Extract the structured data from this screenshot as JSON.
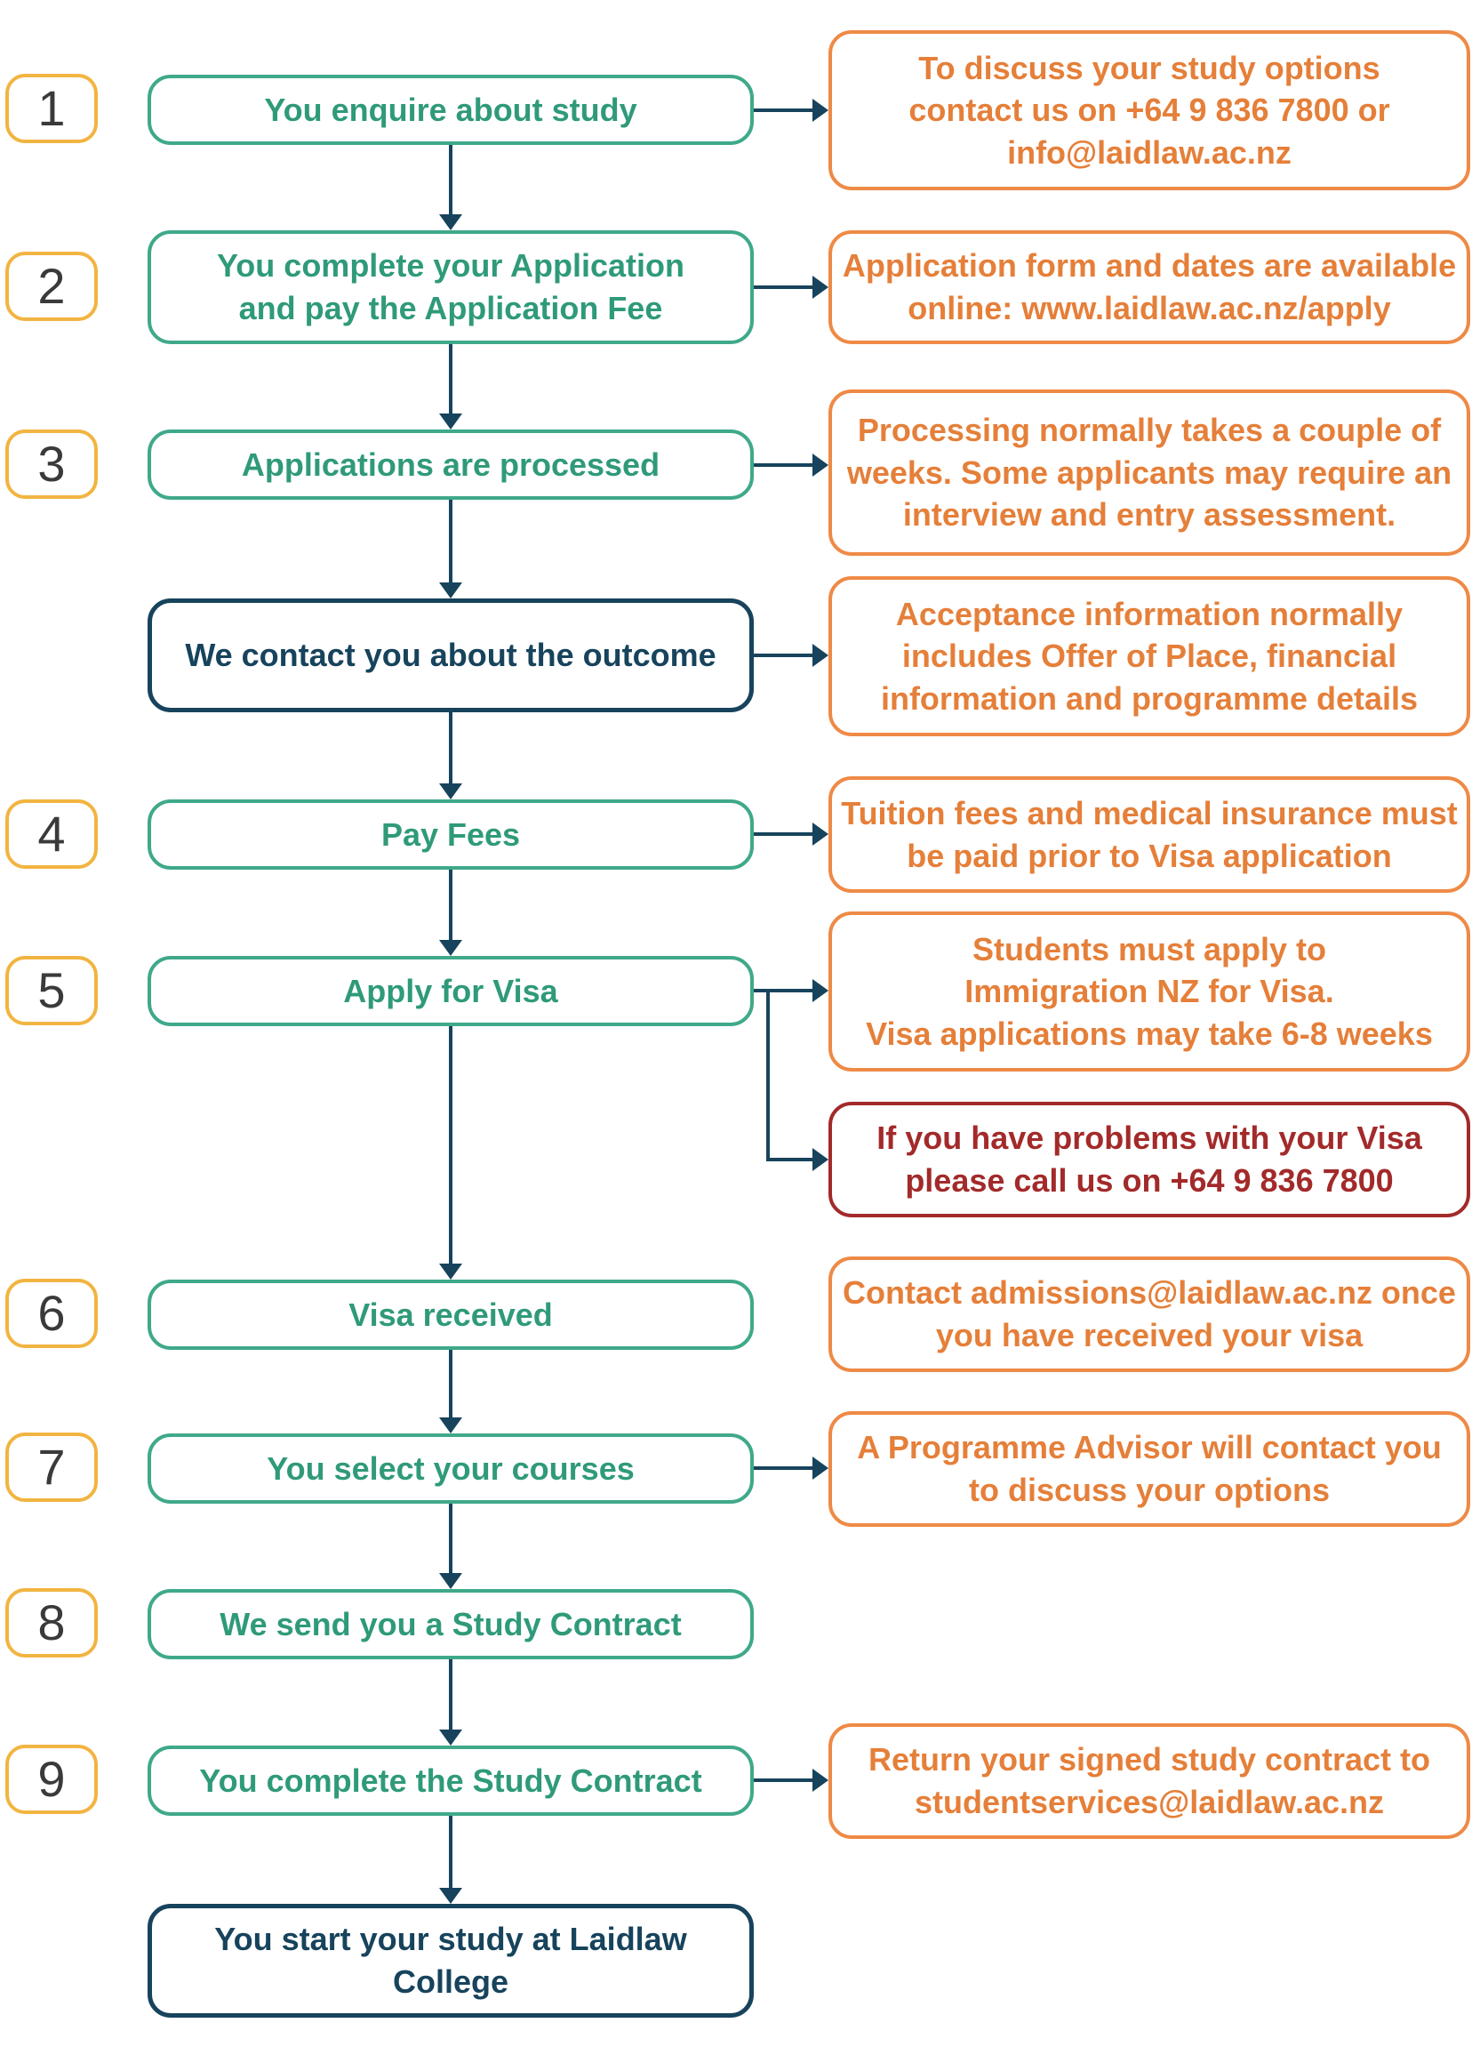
{
  "colors": {
    "step_border": "#3fa98a",
    "step_text": "#2f9a7a",
    "dark": "#17435c",
    "note": "#e57f39",
    "warning": "#a32a2a",
    "number_border": "#f2b441"
  },
  "steps": {
    "enquire": {
      "number": "1",
      "label": "You enquire about study",
      "note": "To discuss your study options\ncontact us on +64 9 836 7800 or\ninfo@laidlaw.ac.nz"
    },
    "apply": {
      "number": "2",
      "label": "You complete your Application\nand pay the Application Fee",
      "note": "Application form and dates are available\nonline: www.laidlaw.ac.nz/apply"
    },
    "processed": {
      "number": "3",
      "label": "Applications are processed",
      "note": "Processing normally takes a couple of\nweeks. Some applicants may require an\ninterview and entry assessment."
    },
    "outcome": {
      "label": "We contact you about the outcome",
      "note": "Acceptance information normally\nincludes Offer of Place, financial\ninformation and programme details"
    },
    "fees": {
      "number": "4",
      "label": "Pay Fees",
      "note": "Tuition fees and medical insurance must\nbe paid prior to Visa application"
    },
    "visa": {
      "number": "5",
      "label": "Apply for Visa",
      "note": "Students must apply to\nImmigration NZ for Visa.\nVisa applications may take 6-8 weeks",
      "warning": "If you have problems with your Visa\nplease call us on +64 9 836 7800"
    },
    "visa_received": {
      "number": "6",
      "label": "Visa received",
      "note": "Contact admissions@laidlaw.ac.nz once\nyou have received your visa"
    },
    "courses": {
      "number": "7",
      "label": "You select your courses",
      "note": "A Programme Advisor will contact you\nto discuss your options"
    },
    "contract_sent": {
      "number": "8",
      "label": "We send you a Study Contract"
    },
    "contract_done": {
      "number": "9",
      "label": "You complete the Study Contract",
      "note": "Return your signed study contract to\nstudentservices@laidlaw.ac.nz"
    },
    "start": {
      "label": "You start your study at Laidlaw\nCollege"
    }
  }
}
